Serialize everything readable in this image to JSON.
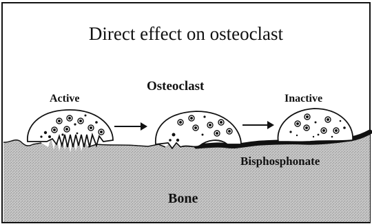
{
  "title": "Direct effect on osteoclast",
  "labels": {
    "active": "Active",
    "osteoclast": "Osteoclast",
    "inactive": "Inactive",
    "bisphosphonate": "Bisphosphonate",
    "bone": "Bone"
  },
  "colors": {
    "bone_fill": "#b9b9b9",
    "ink": "#111111",
    "background": "#ffffff"
  },
  "icons": {
    "arrow": "right-arrow",
    "cell": "osteoclast-cell"
  }
}
